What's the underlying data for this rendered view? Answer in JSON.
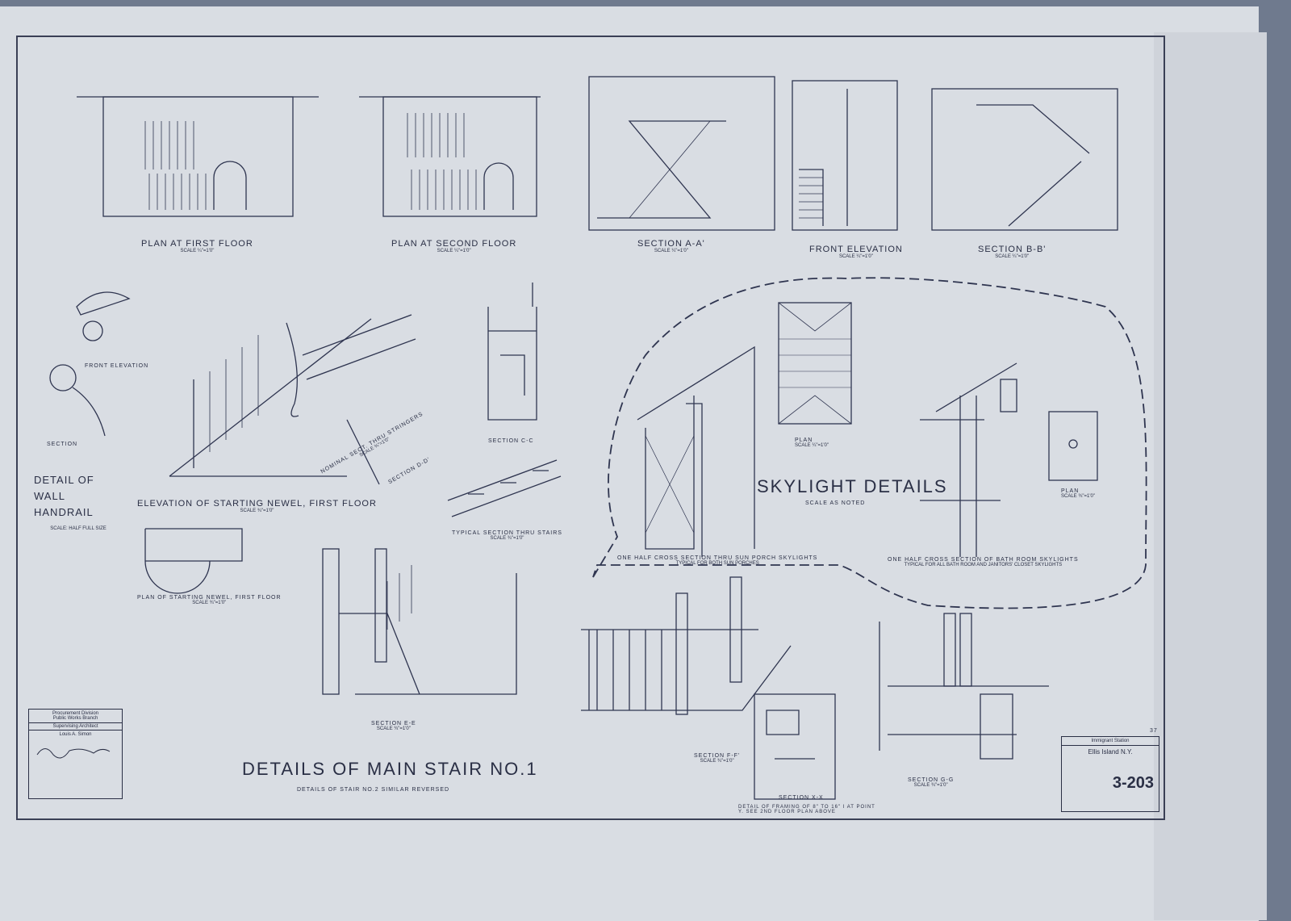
{
  "drawing": {
    "title": "Details of Main Stair No.1",
    "subtitle": "Details of Stair No.2 Similar Reversed",
    "skylight_title": "Skylight Details",
    "skylight_scale": "Scale as noted",
    "views": [
      {
        "label": "Plan at First Floor",
        "scale": "Scale ¼\"=1'0\""
      },
      {
        "label": "Plan at Second Floor",
        "scale": "Scale ¼\"=1'0\""
      },
      {
        "label": "Section A-A'",
        "scale": "Scale ¼\"=1'0\""
      },
      {
        "label": "Front Elevation",
        "scale": "Scale ¼\"=1'0\""
      },
      {
        "label": "Section B-B'",
        "scale": "Scale ¼\"=1'0\""
      },
      {
        "label": "Front Elevation",
        "scale": ""
      },
      {
        "label": "Section",
        "scale": ""
      },
      {
        "label": "Detail of Wall Handrail",
        "scale": "Scale: Half Full Size"
      },
      {
        "label": "Elevation of Starting Newel, First Floor",
        "scale": "Scale ¾\"=1'0\""
      },
      {
        "label": "Nominal Sect. Thru Stringers",
        "scale": "Scale ¾\"=1'0\""
      },
      {
        "label": "Section D-D'",
        "scale": ""
      },
      {
        "label": "Section C-C",
        "scale": ""
      },
      {
        "label": "Typical Section Thru Stairs",
        "scale": "Scale ¾\"=1'0\""
      },
      {
        "label": "Plan",
        "scale": "Scale ¼\"=1'0\""
      },
      {
        "label": "Plan of Starting Newel, First Floor",
        "scale": "Scale ¾\"=1'0\""
      },
      {
        "label": "One Half Cross Section Thru Sun Porch Skylights",
        "scale": "Typical for both sun porches"
      },
      {
        "label": "One Half Cross Section of Bath Room Skylights",
        "scale": "Typical for all bath room and janitors' closet skylights"
      },
      {
        "label": "Plan",
        "scale": "Scale ¾\"=1'0\""
      },
      {
        "label": "Section E-E",
        "scale": "Scale ¾\"=1'0\""
      },
      {
        "label": "Section F-F'",
        "scale": "Scale ¾\"=1'0\""
      },
      {
        "label": "Section X-X",
        "scale": ""
      },
      {
        "label": "Section G-G",
        "scale": "Scale ¾\"=1'0\""
      }
    ],
    "framing_note": "Detail of Framing of 8\" to 16\" I at Point Y. See 2nd Floor Plan Above",
    "title_block_left": {
      "line1": "Procurement Division",
      "line2": "Public Works Branch",
      "line3": "Supervising Architect",
      "line4": "Louis A. Simon"
    },
    "title_block_right": {
      "sheet_no": "37",
      "project": "Immigrant Station",
      "location": "Ellis Island N.Y.",
      "drawing_no": "3-203"
    }
  }
}
